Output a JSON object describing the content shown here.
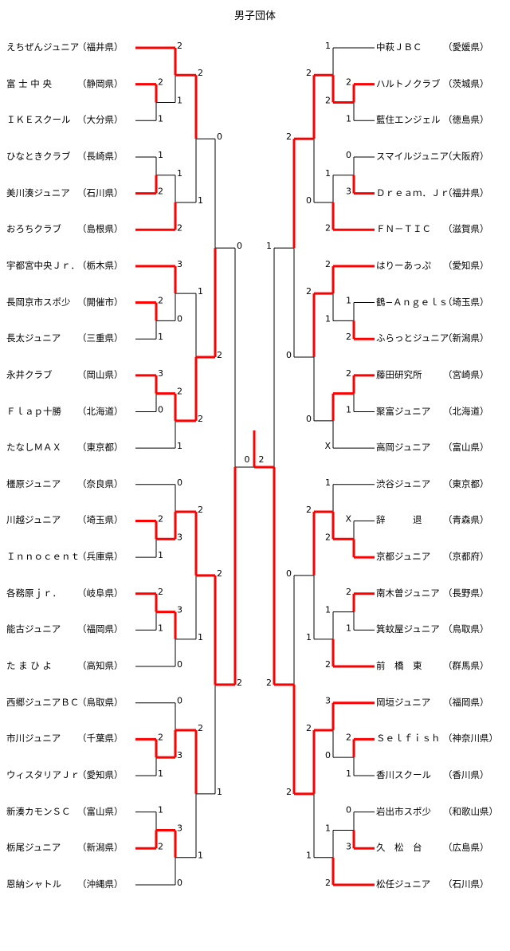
{
  "title": "男子団体",
  "colors": {
    "winner_line": "#ff0000",
    "line": "#000000"
  },
  "left": {
    "teams": [
      {
        "name": "えちぜんジュニア",
        "pref": "（福井県）"
      },
      {
        "name": "富 士 中 央",
        "pref": "（静岡県）"
      },
      {
        "name": "ＩＫＥスクール",
        "pref": "（大分県）"
      },
      {
        "name": "ひなときクラブ",
        "pref": "（長崎県）"
      },
      {
        "name": "美川湊ジュニア",
        "pref": "（石川県）"
      },
      {
        "name": "おろちクラブ",
        "pref": "（島根県）"
      },
      {
        "name": "宇都宮中央Ｊｒ．",
        "pref": "（栃木県）"
      },
      {
        "name": "長岡京市スポ少",
        "pref": "（開催市）"
      },
      {
        "name": "長太ジュニア",
        "pref": "（三重県）"
      },
      {
        "name": "永井クラブ",
        "pref": "（岡山県）"
      },
      {
        "name": "Ｆｌａｐ十勝",
        "pref": "（北海道）"
      },
      {
        "name": "たなしＭＡＸ",
        "pref": "（東京都）"
      },
      {
        "name": "橿原ジュニア",
        "pref": "（奈良県）"
      },
      {
        "name": "川越ジュニア",
        "pref": "（埼玉県）"
      },
      {
        "name": "Ｉｎｎｏｃｅｎｔ",
        "pref": "（兵庫県）"
      },
      {
        "name": "各務原ｊｒ．",
        "pref": "（岐阜県）"
      },
      {
        "name": "能古ジュニア",
        "pref": "（福岡県）"
      },
      {
        "name": "た ま ひ よ",
        "pref": "（高知県）"
      },
      {
        "name": "西郷ジュニアＢＣ",
        "pref": "（鳥取県）"
      },
      {
        "name": "市川ジュニア",
        "pref": "（千葉県）"
      },
      {
        "name": "ウィスタリアＪｒ",
        "pref": "（愛知県）"
      },
      {
        "name": "新湊カモンＳＣ",
        "pref": "（富山県）"
      },
      {
        "name": "栃尾ジュニア",
        "pref": "（新潟県）"
      },
      {
        "name": "恩納シャトル",
        "pref": "（沖縄県）"
      }
    ],
    "bracket": {
      "sa": "0",
      "sb": "2",
      "w": 1,
      "a": {
        "sa": "0",
        "sb": "2",
        "w": 1,
        "a": {
          "sa": "2",
          "sb": "1",
          "w": 0,
          "a": {
            "a": 0,
            "b": {
              "a": 1,
              "b": 2,
              "sa": "2",
              "sb": "1",
              "w": 0
            },
            "sa": "2",
            "sb": "1",
            "w": 0
          },
          "b": {
            "a": {
              "a": 3,
              "b": 4,
              "sa": "1",
              "sb": "2",
              "w": 1
            },
            "b": 5,
            "sa": "1",
            "sb": "2",
            "w": 1
          }
        },
        "b": {
          "sa": "1",
          "sb": "2",
          "w": 1,
          "a": {
            "a": 6,
            "b": {
              "a": 7,
              "b": 8,
              "sa": "2",
              "sb": "1",
              "w": 0
            },
            "sa": "3",
            "sb": "0",
            "w": 0
          },
          "b": {
            "a": {
              "a": 9,
              "b": 10,
              "sa": "3",
              "sb": "0",
              "w": 0
            },
            "b": 11,
            "sa": "2",
            "sb": "1",
            "w": 0
          }
        }
      },
      "b": {
        "sa": "2",
        "sb": "1",
        "w": 0,
        "a": {
          "sa": "2",
          "sb": "1",
          "w": 0,
          "a": {
            "a": 12,
            "b": {
              "a": 13,
              "b": 14,
              "sa": "2",
              "sb": "1",
              "w": 0
            },
            "sa": "0",
            "sb": "3",
            "w": 1
          },
          "b": {
            "a": {
              "a": 15,
              "b": 16,
              "sa": "2",
              "sb": "1",
              "w": 0
            },
            "b": 17,
            "sa": "3",
            "sb": "0",
            "w": 0
          }
        },
        "b": {
          "sa": "2",
          "sb": "1",
          "w": 0,
          "a": {
            "a": 18,
            "b": {
              "a": 19,
              "b": 20,
              "sa": "2",
              "sb": "1",
              "w": 0
            },
            "sa": "0",
            "sb": "3",
            "w": 1
          },
          "b": {
            "a": {
              "a": 21,
              "b": 22,
              "sa": "1",
              "sb": "2",
              "w": 1
            },
            "b": 23,
            "sa": "3",
            "sb": "0",
            "w": 0
          }
        }
      }
    }
  },
  "right": {
    "teams": [
      {
        "name": "中萩ＪＢＣ",
        "pref": "（愛媛県）"
      },
      {
        "name": "ハルトノクラブ",
        "pref": "（茨城県）"
      },
      {
        "name": "藍住エンジェル",
        "pref": "（徳島県）"
      },
      {
        "name": "スマイルジュニア",
        "pref": "（大阪府）"
      },
      {
        "name": "Ｄｒｅａｍ．Ｊｒ",
        "pref": "（福井県）"
      },
      {
        "name": "ＦＮ－ＴＩＣ",
        "pref": "（滋賀県）"
      },
      {
        "name": "はりーあっぷ",
        "pref": "（愛知県）"
      },
      {
        "name": "鶴−Ａｎｇｅｌｓ",
        "pref": "（埼玉県）"
      },
      {
        "name": "ふらっとジュニア",
        "pref": "（新潟県）"
      },
      {
        "name": "藤田研究所",
        "pref": "（宮崎県）"
      },
      {
        "name": "聚富ジュニア",
        "pref": "（北海道）"
      },
      {
        "name": "高岡ジュニア",
        "pref": "（富山県）"
      },
      {
        "name": "渋谷ジュニア",
        "pref": "（東京都）"
      },
      {
        "name": "辞　　　退",
        "pref": "（青森県）"
      },
      {
        "name": "京都ジュニア",
        "pref": "（京都府）"
      },
      {
        "name": "南木曽ジュニア",
        "pref": "（長野県）"
      },
      {
        "name": "箕蚊屋ジュニア",
        "pref": "（鳥取県）"
      },
      {
        "name": "前　橋　東",
        "pref": "（群馬県）"
      },
      {
        "name": "岡垣ジュニア",
        "pref": "（福岡県）"
      },
      {
        "name": "Ｓｅｌｆｉｓｈ",
        "pref": "（神奈川県）"
      },
      {
        "name": "香川スクール",
        "pref": "（香川県）"
      },
      {
        "name": "岩出市スポ少",
        "pref": "（和歌山県）"
      },
      {
        "name": "久　松　台",
        "pref": "（広島県）"
      },
      {
        "name": "松任ジュニア",
        "pref": "（石川県）"
      }
    ],
    "bracket": {
      "sa": "1",
      "sb": "2",
      "w": 1,
      "a": {
        "sa": "2",
        "sb": "0",
        "w": 0,
        "a": {
          "sa": "2",
          "sb": "0",
          "w": 0,
          "a": {
            "a": 0,
            "b": {
              "a": 1,
              "b": 2,
              "sa": "2",
              "sb": "1",
              "w": 0
            },
            "sa": "1",
            "sb": "2",
            "w": 1
          },
          "b": {
            "a": {
              "a": 3,
              "b": 4,
              "sa": "0",
              "sb": "3",
              "w": 1
            },
            "b": 5,
            "sa": "1",
            "sb": "2",
            "w": 1
          }
        },
        "b": {
          "sa": "2",
          "sb": "0",
          "w": 0,
          "a": {
            "a": 6,
            "b": {
              "a": 7,
              "b": 8,
              "sa": "1",
              "sb": "2",
              "w": 1
            },
            "sa": "2",
            "sb": "1",
            "w": 0
          },
          "b": {
            "a": {
              "a": 9,
              "b": 10,
              "sa": "2",
              "sb": "1",
              "w": 0
            },
            "b": 11,
            "sa": "",
            "sb": "X",
            "w": 0
          }
        }
      },
      "b": {
        "sa": "0",
        "sb": "2",
        "w": 1,
        "a": {
          "sa": "2",
          "sb": "1",
          "w": 0,
          "a": {
            "a": 12,
            "b": {
              "a": 13,
              "b": 14,
              "sa": "X",
              "sb": "",
              "w": 1
            },
            "sa": "1",
            "sb": "2",
            "w": 1
          },
          "b": {
            "a": {
              "a": 15,
              "b": 16,
              "sa": "2",
              "sb": "1",
              "w": 0
            },
            "b": 17,
            "sa": "1",
            "sb": "2",
            "w": 1
          }
        },
        "b": {
          "sa": "2",
          "sb": "1",
          "w": 0,
          "a": {
            "a": 18,
            "b": {
              "a": 19,
              "b": 20,
              "sa": "2",
              "sb": "1",
              "w": 0
            },
            "sa": "3",
            "sb": "0",
            "w": 0
          },
          "b": {
            "a": {
              "a": 21,
              "b": 22,
              "sa": "0",
              "sb": "3",
              "w": 1
            },
            "b": 23,
            "sa": "1",
            "sb": "2",
            "w": 1
          }
        }
      }
    }
  },
  "final": {
    "left_score": "0",
    "right_score": "2",
    "winner": "right"
  }
}
